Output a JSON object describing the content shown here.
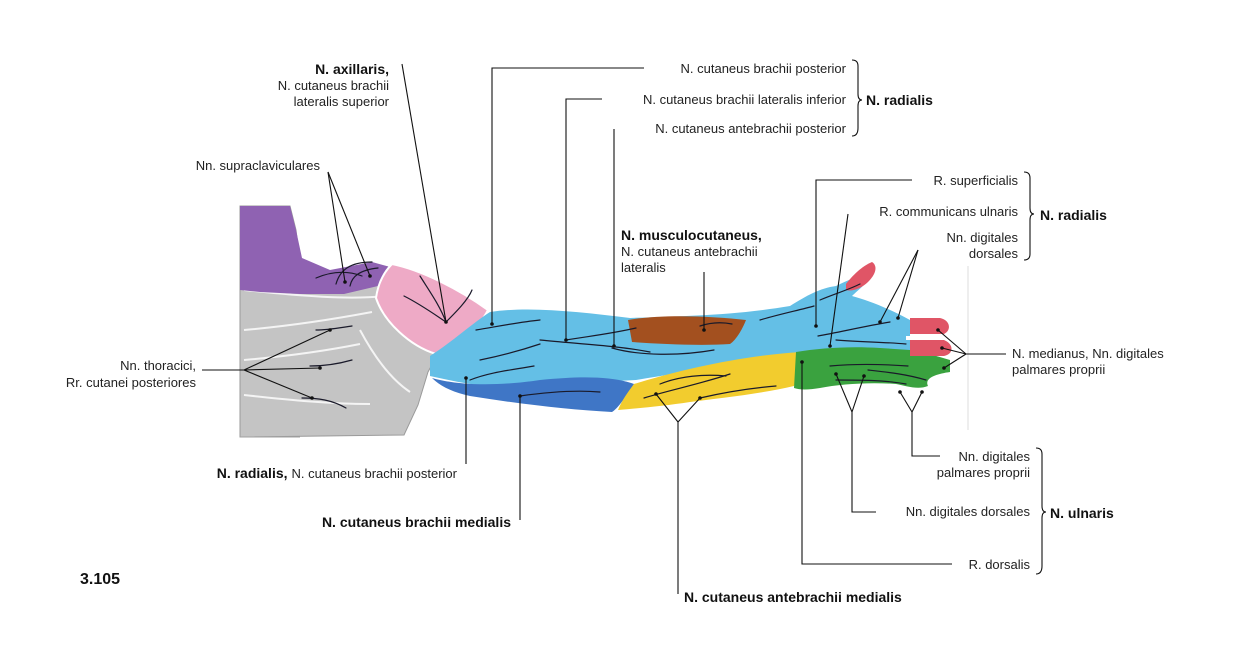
{
  "figure_number": "3.105",
  "labels": {
    "axillaris_bold": "N. axillaris,",
    "axillaris_l2": "N. cutaneus brachii",
    "axillaris_l3": "lateralis superior",
    "supraclaviculares": "Nn. supraclaviculares",
    "thoracici_l1": "Nn. thoracici,",
    "thoracici_l2": "Rr. cutanei posteriores",
    "radialis_bold": "N. radialis,",
    "radialis_rest": "N. cutaneus brachii posterior",
    "cut_brachii_medialis": "N. cutaneus brachii medialis",
    "cut_antebrachii_medialis": "N. cutaneus antebrachii medialis",
    "cut_brachii_posterior": "N. cutaneus brachii posterior",
    "cut_brachii_lat_inf": "N. cutaneus brachii lateralis inferior",
    "cut_antebrachii_posterior": "N. cutaneus antebrachii posterior",
    "group_radialis_top": "N. radialis",
    "musculocutaneus_bold": "N. musculocutaneus,",
    "musculocutaneus_l2": "N. cutaneus antebrachii",
    "musculocutaneus_l3": "lateralis",
    "r_superficialis": "R. superficialis",
    "r_communicans": "R. communicans ulnaris",
    "dig_dorsales_l1": "Nn. digitales",
    "dig_dorsales_l2": "dorsales",
    "group_radialis_hand": "N. radialis",
    "medianus_l1": "N. medianus, Nn. digitales",
    "medianus_l2": "palmares proprii",
    "ulnar_palmares_l1": "Nn. digitales",
    "ulnar_palmares_l2": "palmares proprii",
    "ulnar_dorsales": "Nn. digitales dorsales",
    "r_dorsalis": "R. dorsalis",
    "group_ulnaris": "N. ulnaris"
  },
  "region_colors": {
    "supraclavicular": "#8f62b2",
    "axillary": "#eeaac6",
    "radial": "#64bfe6",
    "medial_brachial": "#3f76c6",
    "medial_antebrachial": "#f2cc2e",
    "musculocutaneous": "#a3501f",
    "ulnar": "#3aa23f",
    "median": "#e05566",
    "trunk": "#c4c4c4"
  }
}
